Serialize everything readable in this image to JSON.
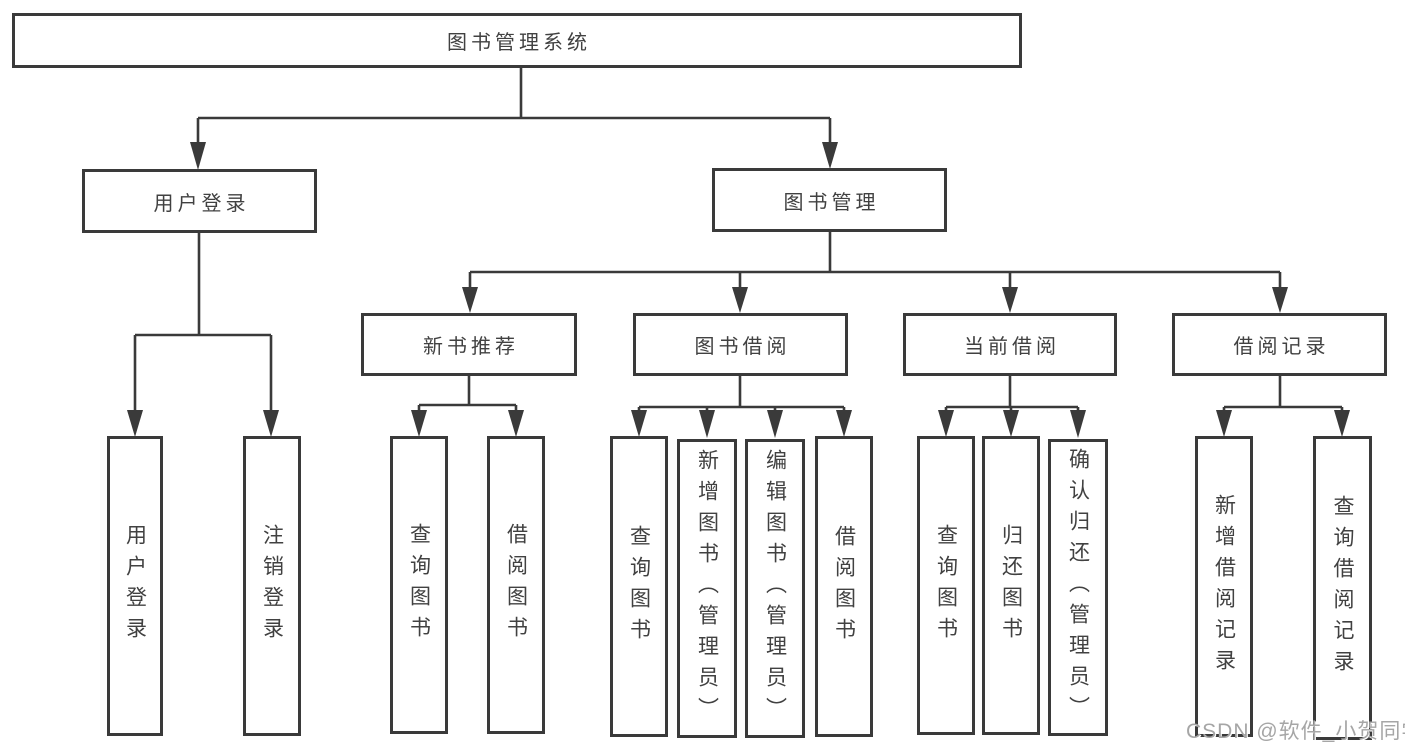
{
  "nodes": {
    "root": "图书管理系统",
    "level2": [
      "用户登录",
      "图书管理"
    ],
    "level3": [
      "新书推荐",
      "图书借阅",
      "当前借阅",
      "借阅记录"
    ],
    "leaves": [
      "用户登录",
      "注销登录",
      "查询图书",
      "借阅图书",
      "查询图书",
      "新增图书（管理员）",
      "编辑图书（管理员）",
      "借阅图书",
      "查询图书",
      "归还图书",
      "确认归还（管理员）",
      "新增借阅记录",
      "查询借阅记录"
    ]
  },
  "watermark": {
    "text": "CSDN @软件_小贺同学"
  },
  "colors": {
    "line": "#3a3a3a",
    "box_border": "#3a3a3a",
    "text": "#414141",
    "watermark": "#a6a6a6",
    "background": "#ffffff"
  }
}
